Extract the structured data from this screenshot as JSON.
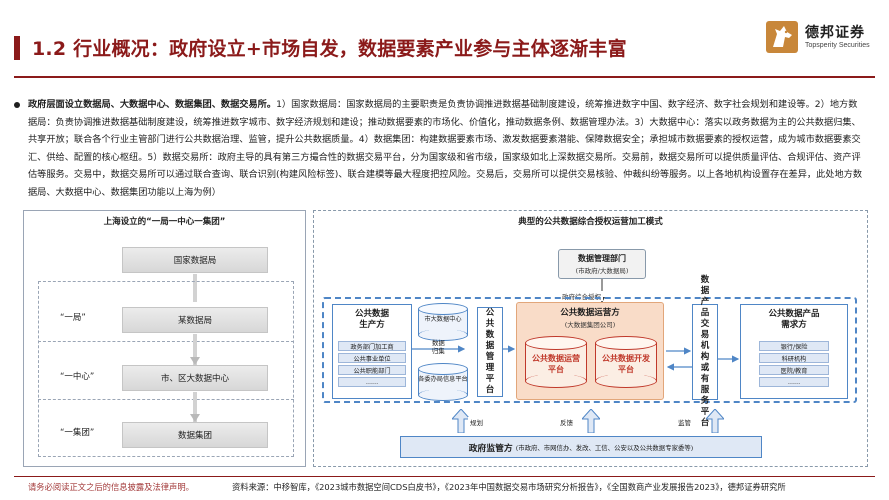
{
  "header": {
    "title": "1.2 行业概况：政府设立+市场自发，数据要素产业参与主体逐渐丰富",
    "logo_cn": "德邦证券",
    "logo_en": "Topsperity Securities",
    "logo_icon": "horse-head-icon",
    "accent_color": "#8b1a1a"
  },
  "intro": {
    "lead": "政府层面设立数据局、大数据中心、数据集团、数据交易所。",
    "body": "1）国家数据局：国家数据局的主要职责是负责协调推进数据基础制度建设，统筹推进数字中国、数字经济、数字社会规划和建设等。2）地方数据局：负责协调推进数据基础制度建设，统筹推进数字城市、数字经济规划和建设；推动数据要素的市场化、价值化，推动数据条例、数据管理办法。3）大数据中心：落实以政务数据为主的公共数据归集、共享开放；联合各个行业主管部门进行公共数据治理、监管，提升公共数据质量。4）数据集团：构建数据要素市场、激发数据要素潜能、保障数据安全；承担城市数据要素的授权运营，成为城市数据要素交汇、供给、配置的核心枢纽。5）数据交易所：政府主导的具有第三方撮合性的数据交易平台，分为国家级和省市级，国家级如北上深数据交易所。交易前，数据交易所可以提供质量评估、合规评估、资产评估等服务。交易中，数据交易所可以通过联合查询、联合识别(构建风险标签)、联合建模等最大程度把控风险。交易后，交易所可以提供交易核验、仲裁纠纷等服务。以上各地机构设置存在差异，此处地方数据局、大数据中心、数据集团功能以上海为例）"
  },
  "left_diagram": {
    "title": "上海设立的“一局一中心一集团”",
    "top_box": "国家数据局",
    "rows": [
      {
        "label": "“一局”",
        "box": "某数据局"
      },
      {
        "label": "“一中心”",
        "box": "市、区大数据中心"
      },
      {
        "label": "“一集团”",
        "box": "数据集团"
      }
    ]
  },
  "right_diagram": {
    "title": "典型的公共数据综合授权运营加工模式",
    "mgmt_title": "数据管理部门",
    "mgmt_sub": "(市政府/大数据局)",
    "auth_label": "政府综合授权",
    "producer": {
      "title_l1": "公共数据",
      "title_l2": "生产方",
      "items": [
        "政务部门加工商",
        "公共事业单位",
        "公共职能部门",
        "……"
      ]
    },
    "cyl_top": "市大数据中心",
    "data_label_l1": "数据",
    "data_label_l2": "归集",
    "cyl_bottom": "各委办局信息平台",
    "platform": "公共数据管理平台",
    "ops": {
      "title": "公共数据运营方",
      "sub": "(大数据集团公司)",
      "left": "公共数据运营平台",
      "right": "公共数据开发平台"
    },
    "exchange": "数据产品交易机构或有服务平台",
    "demander": {
      "title_l1": "公共数据产品",
      "title_l2": "需求方",
      "items": [
        "银行/保险",
        "科研机构",
        "医院/教育",
        "……"
      ]
    },
    "gov_title": "政府监管方",
    "gov_sub": "(市政府、市网信办、发改、工信、公安以及公共数据专家委等)",
    "arrows": [
      "规划",
      "反馈",
      "监管"
    ]
  },
  "footer": {
    "disclaimer": "请务必阅读正文之后的信息披露及法律声明。",
    "source": "资料来源：中移智库，《2023城市数据空间CDS白皮书》，《2023年中国数据交易市场研究分析报告》，《全国数商产业发展报告2023》，德邦证券研究所"
  }
}
